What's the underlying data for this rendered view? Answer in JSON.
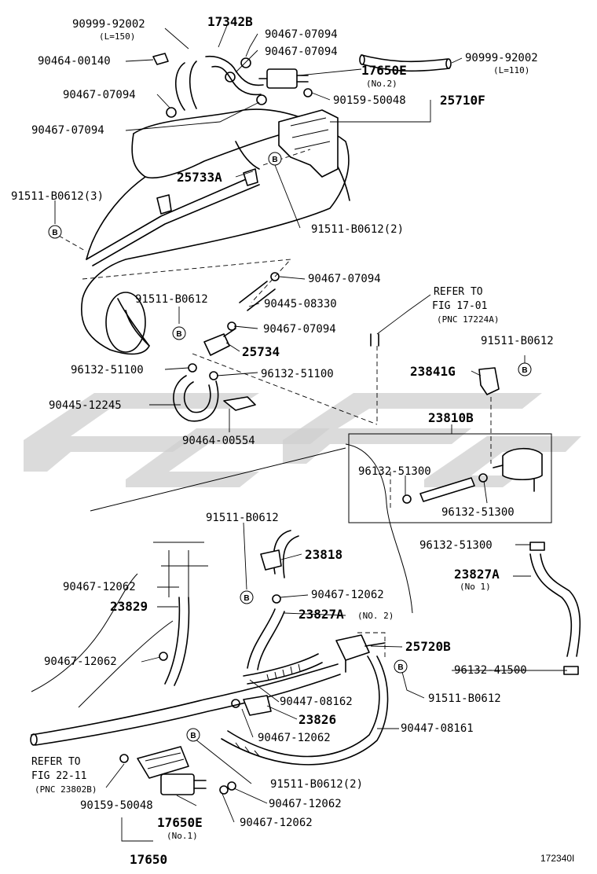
{
  "figure_id": "172340I",
  "callout_marker": "B",
  "refs": {
    "fig_17_01": {
      "line1": "REFER TO",
      "line2": "FIG 17-01",
      "line3": "(PNC 17224A)"
    },
    "fig_22_11": {
      "line1": "REFER TO",
      "line2": "FIG 22-11",
      "line3": "(PNC 23802B)"
    }
  },
  "labels": {
    "p90999_92002_a": "90999-92002",
    "len_150": "(L=150)",
    "p17342b": "17342B",
    "p90467_07094_a": "90467-07094",
    "p90467_07094_b": "90467-07094",
    "p90464_00140": "90464-00140",
    "p90999_92002_b": "90999-92002",
    "len_110": "(L=110)",
    "p17650e_top": "17650E",
    "no2": "(No.2)",
    "p90467_07094_c": "90467-07094",
    "p90159_50048_top": "90159-50048",
    "p25710f": "25710F",
    "p90467_07094_d": "90467-07094",
    "p25733a": "25733A",
    "p91511_b0612_3": "91511-B0612(3)",
    "p91511_b0612_2_top": "91511-B0612(2)",
    "p90467_07094_e": "90467-07094",
    "p90445_08330": "90445-08330",
    "p91511_b0612_a": "91511-B0612",
    "p90467_07094_f": "90467-07094",
    "p25734": "25734",
    "p96132_51100_a": "96132-51100",
    "p96132_51100_b": "96132-51100",
    "p90445_12245": "90445-12245",
    "p90464_00554": "90464-00554",
    "p91511_b0612_b": "91511-B0612",
    "p23841g": "23841G",
    "p23810b": "23810B",
    "p96132_51300_a": "96132-51300",
    "p96132_51300_b": "96132-51300",
    "p91511_b0612_c": "91511-B0612",
    "p96132_51300_c": "96132-51300",
    "p23827a_no1": "23827A",
    "no1": "(No 1)",
    "p23818": "23818",
    "p90467_12062_a": "90467-12062",
    "p90467_12062_b": "90467-12062",
    "p23829": "23829",
    "p23827a_no2": "23827A",
    "no2_b": "(NO. 2)",
    "p25720b": "25720B",
    "p90467_12062_c": "90467-12062",
    "p96132_41500": "96132-41500",
    "p91511_b0612_d": "91511-B0612",
    "p90447_08162": "90447-08162",
    "p23826": "23826",
    "p90447_08161": "90447-08161",
    "p90467_12062_d": "90467-12062",
    "p91511_b0612_2_bot": "91511-B0612(2)",
    "p90159_50048_bot": "90159-50048",
    "p90467_12062_e": "90467-12062",
    "p17650e_bot": "17650E",
    "no1_b": "(No.1)",
    "p90467_12062_f": "90467-12062",
    "p17650": "17650"
  }
}
